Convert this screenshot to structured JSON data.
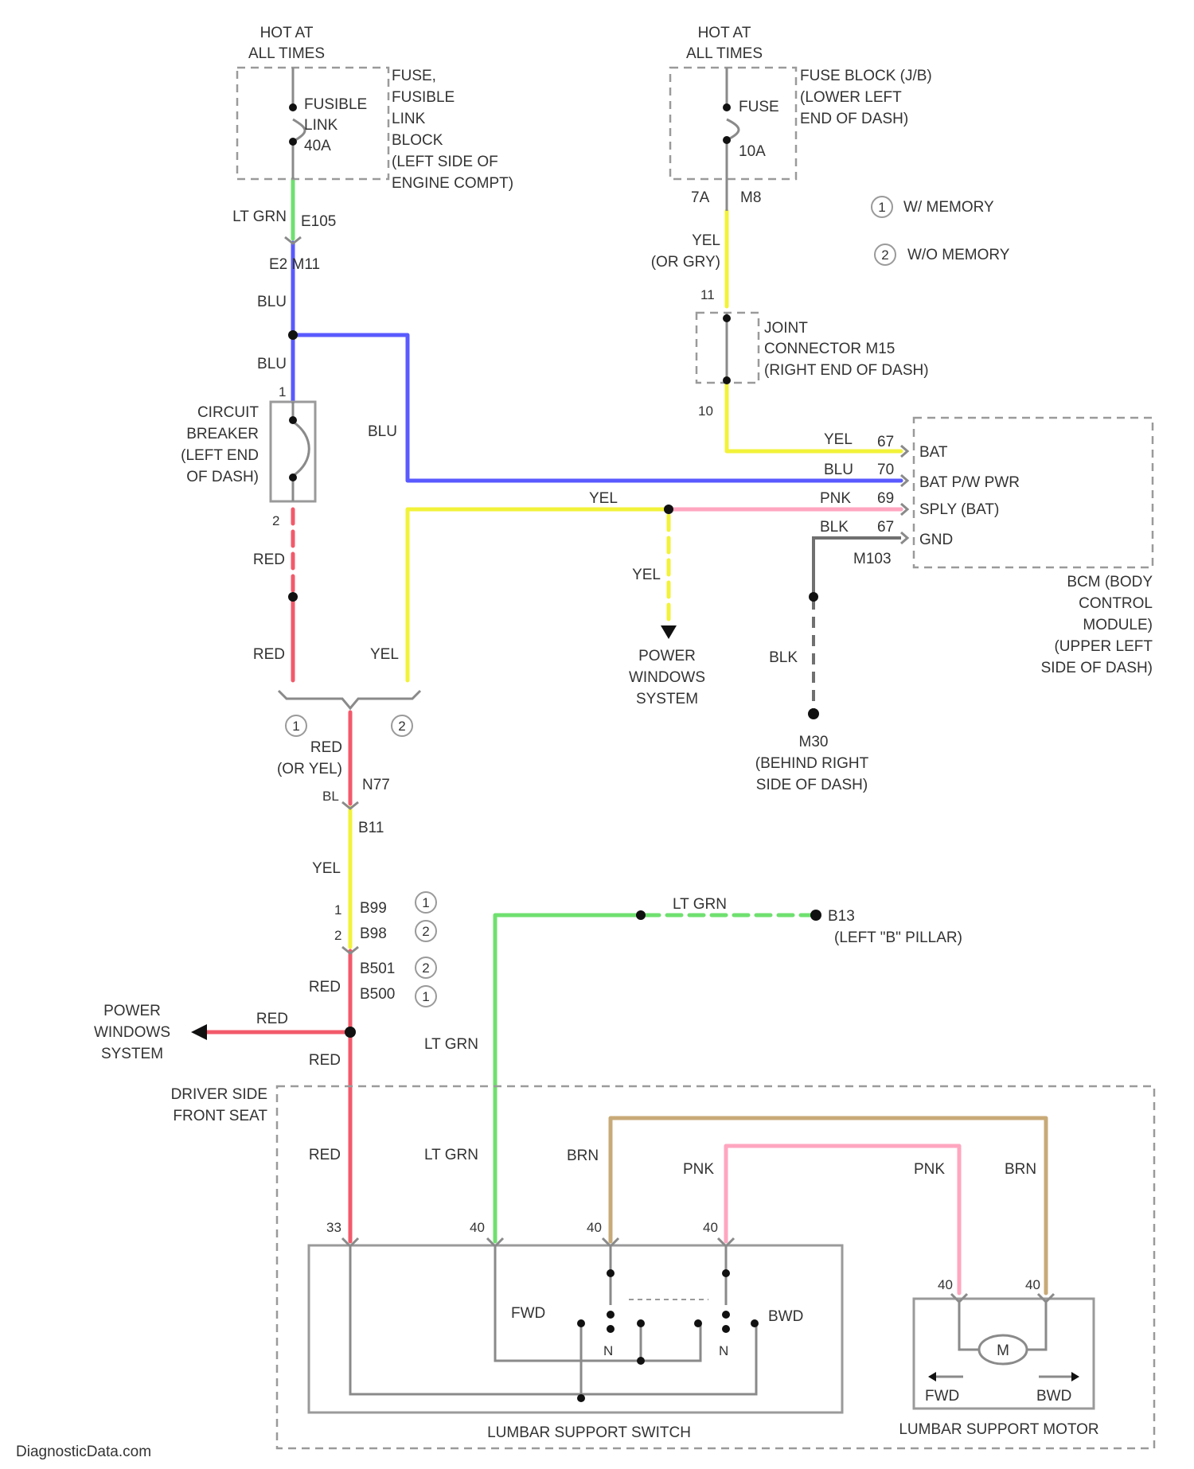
{
  "colors": {
    "lt_grn": "#6fe06f",
    "blu": "#5a5aff",
    "yel": "#f2f23a",
    "red": "#f25a6a",
    "pnk": "#ffa6c0",
    "brn": "#c8aa78",
    "blk": "#707070",
    "frame": "#9a9a9a"
  },
  "power": {
    "hot_left": [
      "HOT AT",
      "ALL TIMES"
    ],
    "hot_right": [
      "HOT AT",
      "ALL TIMES"
    ],
    "fusible_link": [
      "FUSIBLE",
      "LINK",
      "40A"
    ],
    "fusible_block": [
      "FUSE,",
      "FUSIBLE",
      "LINK",
      "BLOCK",
      "(LEFT SIDE OF",
      "ENGINE COMPT)"
    ],
    "fuse": [
      "FUSE",
      "10A"
    ],
    "fuse_block": [
      "FUSE BLOCK (J/B)",
      "(LOWER LEFT",
      "END OF DASH)"
    ]
  },
  "legend": {
    "one": {
      "num": "1",
      "text": "W/ MEMORY"
    },
    "two": {
      "num": "2",
      "text": "W/O MEMORY"
    }
  },
  "connectors": {
    "e105": "E105",
    "e2_m11": "E2  M11",
    "pin_7a": "7A",
    "m8": "M8",
    "pin_11": "11",
    "pin_10": "10",
    "pin_1": "1",
    "pin_2": "2",
    "n77": "N77",
    "b11": "B11",
    "pin_b_1": "1",
    "pin_b_2": "2",
    "b99": "B99",
    "b98": "B98",
    "b501": "B501",
    "b500": "B500",
    "b13": "B13",
    "b13_loc": "(LEFT \"B\" PILLAR)",
    "m103": "M103",
    "m30": "M30",
    "m30_loc": [
      "(BEHIND RIGHT",
      "SIDE OF DASH)"
    ],
    "jbl": "BL"
  },
  "joint_connector": [
    "JOINT",
    "CONNECTOR M15",
    "(RIGHT END OF DASH)"
  ],
  "circuit_breaker": [
    "CIRCUIT",
    "BREAKER",
    "(LEFT END",
    "OF DASH)"
  ],
  "bcm": {
    "name": [
      "BCM (BODY",
      "CONTROL",
      "MODULE)",
      "(UPPER LEFT",
      "SIDE OF DASH)"
    ],
    "pins": [
      {
        "num": "67",
        "color": "YEL",
        "label": "BAT"
      },
      {
        "num": "70",
        "color": "BLU",
        "label": "BAT P/W PWR"
      },
      {
        "num": "69",
        "color": "PNK",
        "label": "SPLY (BAT)"
      },
      {
        "num": "67",
        "color": "BLK",
        "label": "GND"
      }
    ]
  },
  "wires": {
    "lt_grn": "LT GRN",
    "blu": "BLU",
    "yel": "YEL",
    "yel_or_gry": [
      "YEL",
      "(OR GRY)"
    ],
    "red": "RED",
    "red_or_yel": [
      "RED",
      "(OR YEL)"
    ],
    "pnk": "PNK",
    "blk": "BLK",
    "brn": "BRN"
  },
  "power_windows_mid": [
    "POWER",
    "WINDOWS",
    "SYSTEM"
  ],
  "power_windows_left": [
    "POWER",
    "WINDOWS",
    "SYSTEM"
  ],
  "seat": {
    "driver_seat": [
      "DRIVER SIDE",
      "FRONT SEAT"
    ],
    "switch_name": "LUMBAR SUPPORT SWITCH",
    "motor_name": "LUMBAR SUPPORT MOTOR",
    "pin_33": "33",
    "pin_40": "40",
    "fwd": "FWD",
    "bwd": "BWD",
    "n": "N",
    "motor_symbol": "M"
  },
  "watermark": "DiagnosticData.com"
}
